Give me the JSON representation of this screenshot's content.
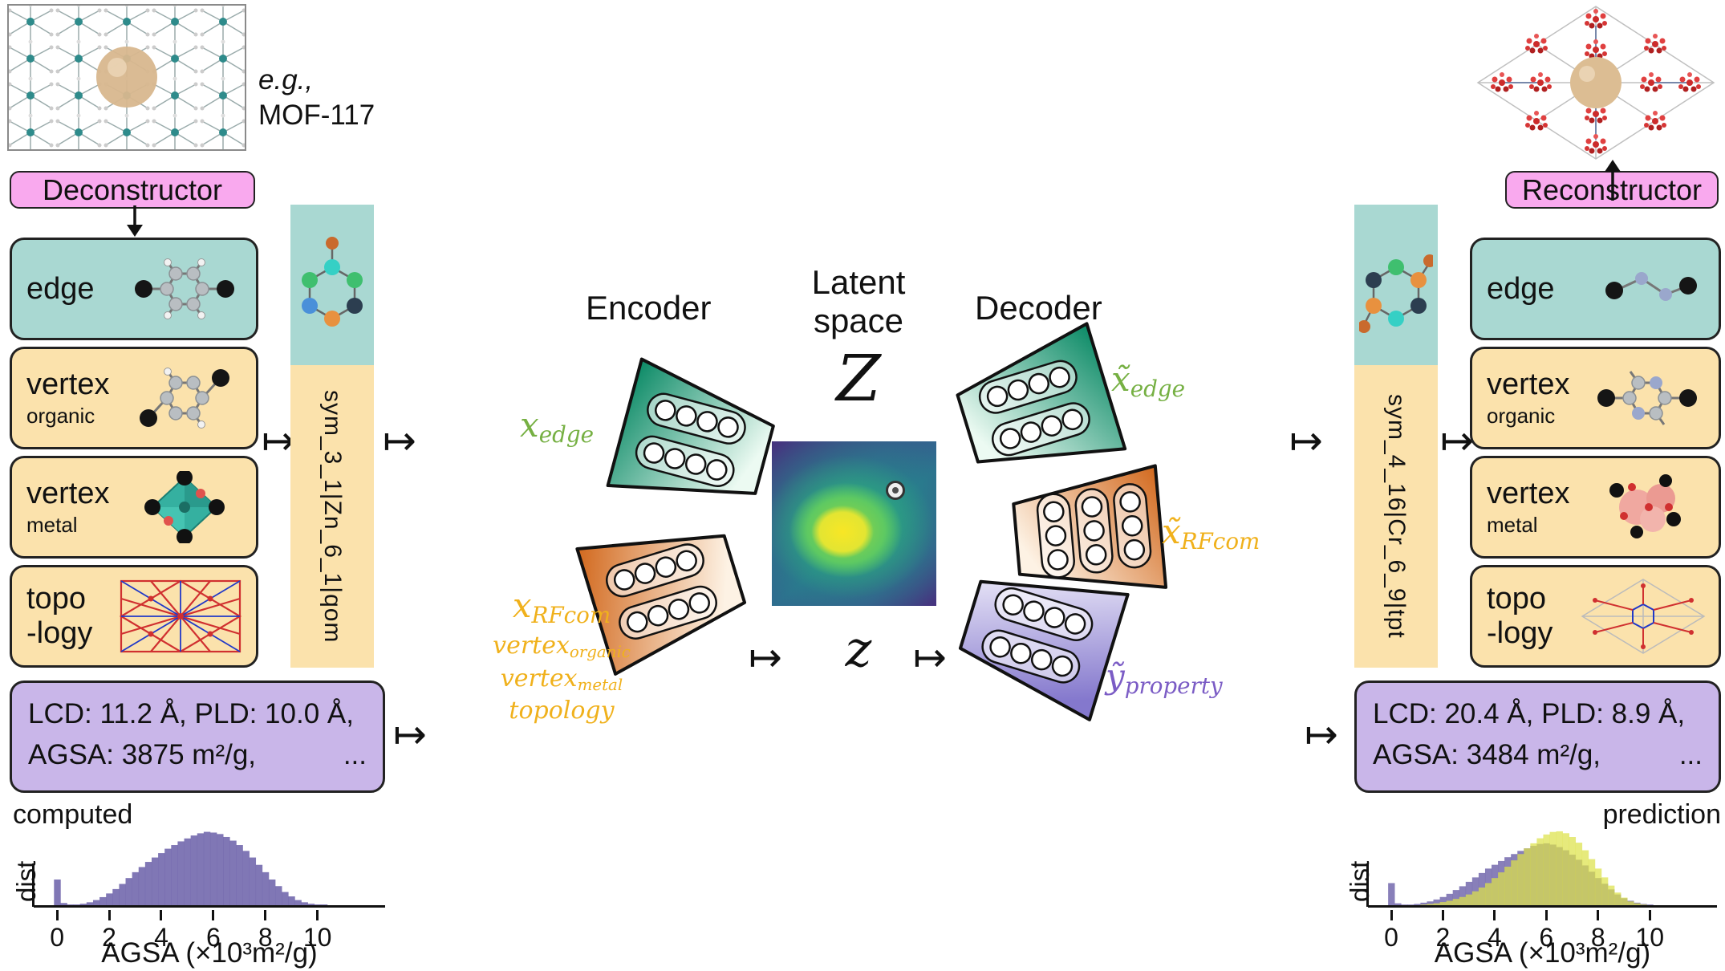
{
  "symbols": {
    "maps_to": "↦"
  },
  "colors": {
    "edge_box_teal": "#a9d8d2",
    "vertex_box_yellow": "#fbe2ac",
    "pink_box": "#f9a9ee",
    "property_box_purple": "#c9b6e9",
    "hist_purple": "#6a5fa8",
    "hist_yellow": "#dde24a",
    "label_green": "#76b043",
    "label_orange": "#f0b11c",
    "label_purple": "#7b5cc5"
  },
  "left": {
    "example_line1": "e.g.,",
    "example_line2": "MOF-117",
    "deconstructor": "Deconstructor",
    "edge_label": "edge",
    "vertex_organic_label": "vertex",
    "vertex_organic_sub": "organic",
    "vertex_metal_label": "vertex",
    "vertex_metal_sub": "metal",
    "topology_line1": "topo",
    "topology_line2": "-logy",
    "code": "sym_3_1|Zn_6_1|qom",
    "properties_line1": "LCD: 11.2 Å, PLD: 10.0 Å,",
    "properties_line2": "AGSA: 3875 m²/g,",
    "properties_ellipsis": "...",
    "dist_caption": "computed"
  },
  "right": {
    "reconstructor": "Reconstructor",
    "edge_label": "edge",
    "vertex_organic_label": "vertex",
    "vertex_organic_sub": "organic",
    "vertex_metal_label": "vertex",
    "vertex_metal_sub": "metal",
    "topology_line1": "topo",
    "topology_line2": "-logy",
    "code": "sym_4_16|Cr_6_9|tpt",
    "properties_line1": "LCD: 20.4 Å, PLD: 8.9 Å,",
    "properties_line2": "AGSA: 3484 m²/g,",
    "properties_ellipsis": "...",
    "dist_caption": "prediction"
  },
  "center": {
    "encoder": "Encoder",
    "latent_line1": "Latent",
    "latent_line2": "space",
    "Z": "Z",
    "z": "z",
    "decoder": "Decoder",
    "x_edge_base": "x",
    "x_edge_sub": "edge",
    "x_rfcom_base": "x",
    "x_rfcom_sub": "RFcom",
    "vertex_organic_base": "vertex",
    "vertex_organic_sub": "organic",
    "vertex_metal_base": "vertex",
    "vertex_metal_sub": "metal",
    "topology": "topology",
    "xt_edge_base": "x̃",
    "xt_edge_sub": "edge",
    "xt_rfcom_base": "x̃",
    "xt_rfcom_sub": "RFcom",
    "yt_property_base": "ỹ",
    "yt_property_sub": "property"
  },
  "chart_data": [
    {
      "id": "computed-distribution",
      "type": "histogram",
      "ylabel": "dist",
      "xlabel": "AGSA (×10³m²/g)",
      "xmin": -0.9,
      "xmax": 12.6,
      "ymax": 1.05,
      "ticks": [
        0,
        2,
        4,
        6,
        8,
        10
      ],
      "series": [
        {
          "name": "computed",
          "color": "#6a5fa8",
          "opacity": 0.85,
          "bin_start": -0.12,
          "bin_width": 0.25,
          "values": [
            0.35,
            0.03,
            0.01,
            0.01,
            0.02,
            0.04,
            0.07,
            0.11,
            0.16,
            0.22,
            0.29,
            0.37,
            0.45,
            0.52,
            0.59,
            0.65,
            0.71,
            0.77,
            0.82,
            0.87,
            0.91,
            0.95,
            0.98,
            1.0,
            0.99,
            0.97,
            0.93,
            0.88,
            0.82,
            0.74,
            0.65,
            0.55,
            0.45,
            0.35,
            0.26,
            0.18,
            0.12,
            0.07,
            0.04,
            0.02,
            0.01,
            0.01,
            0,
            0
          ]
        }
      ]
    },
    {
      "id": "prediction-distribution",
      "type": "histogram",
      "ylabel": "dist",
      "xlabel": "AGSA (×10³m²/g)",
      "xmin": -0.9,
      "xmax": 12.6,
      "ymax": 1.22,
      "ticks": [
        0,
        2,
        4,
        6,
        8,
        10
      ],
      "series": [
        {
          "name": "computed",
          "color": "#6a5fa8",
          "opacity": 0.8,
          "bin_start": -0.12,
          "bin_width": 0.25,
          "values": [
            0.35,
            0.03,
            0.01,
            0.01,
            0.02,
            0.04,
            0.06,
            0.09,
            0.13,
            0.18,
            0.24,
            0.3,
            0.37,
            0.44,
            0.51,
            0.58,
            0.64,
            0.7,
            0.76,
            0.81,
            0.86,
            0.9,
            0.94,
            0.97,
            0.98,
            0.96,
            0.92,
            0.87,
            0.8,
            0.72,
            0.63,
            0.53,
            0.43,
            0.34,
            0.25,
            0.17,
            0.11,
            0.07,
            0.04,
            0.02,
            0.01,
            0,
            0,
            0
          ]
        },
        {
          "name": "prediction",
          "color": "#dde24a",
          "opacity": 0.72,
          "bin_start": -0.12,
          "bin_width": 0.25,
          "values": [
            0,
            0,
            0,
            0,
            0,
            0.01,
            0.02,
            0.03,
            0.05,
            0.07,
            0.1,
            0.13,
            0.17,
            0.22,
            0.28,
            0.35,
            0.43,
            0.52,
            0.61,
            0.71,
            0.81,
            0.9,
            0.98,
            1.06,
            1.12,
            1.16,
            1.17,
            1.14,
            1.08,
            0.99,
            0.87,
            0.73,
            0.58,
            0.44,
            0.31,
            0.2,
            0.12,
            0.06,
            0.03,
            0.01,
            0,
            0,
            0,
            0
          ]
        }
      ]
    }
  ]
}
